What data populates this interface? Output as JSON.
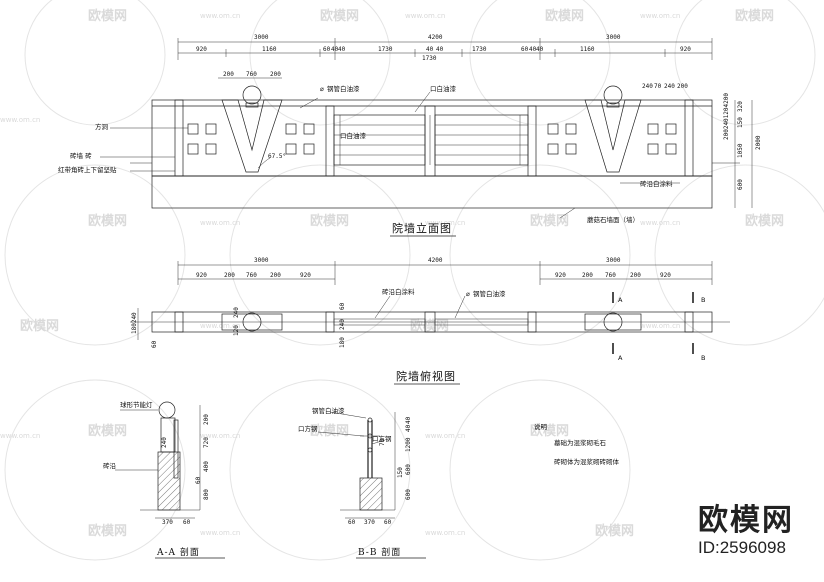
{
  "watermark": {
    "text": "欧模网",
    "url": "www.om.cn"
  },
  "logo": {
    "brand": "欧模网",
    "id": "ID:2596098"
  },
  "elevation": {
    "title": "院墙立面图",
    "top_dims": [
      "3000",
      "4200",
      "3000"
    ],
    "sub_dims": [
      "920",
      "1160",
      "60",
      "40",
      "40",
      "1730",
      "40",
      "40",
      "1730",
      "60",
      "40",
      "40",
      "1160",
      "920"
    ],
    "post_dims": [
      "200",
      "760",
      "200"
    ],
    "right_dims": [
      "240",
      "70",
      "240",
      "200"
    ],
    "side_dims": [
      "320",
      "150",
      "200",
      "240",
      "120",
      "1050",
      "2000",
      "600"
    ],
    "labels": {
      "steel_tube": "钢管白油漆",
      "square_tube": "口白油漆",
      "square_tube_inner": "口白油漆",
      "square_hole": "方洞",
      "brick_wall": "砖墙 砖",
      "red_tile": "红带角砖上下留坚贴",
      "brick_paint": "砖沿白涂料",
      "marble": "蘑菇石墙面（墙）",
      "angle": "67.5°"
    }
  },
  "plan": {
    "title": "院墙俯视图",
    "top_dims": [
      "3000",
      "4200",
      "3000"
    ],
    "sub_dims_left": [
      "920",
      "200",
      "760",
      "200",
      "920"
    ],
    "sub_dims_right": [
      "920",
      "200",
      "760",
      "200",
      "920"
    ],
    "left_dims": [
      "180",
      "240",
      "60",
      "60",
      "120"
    ],
    "mid_dims": [
      "60",
      "240",
      "180"
    ],
    "labels": {
      "brick_paint": "砖沿白涂料",
      "steel_tube": "钢管白油漆"
    },
    "section_marks": [
      "A",
      "B",
      "A",
      "B"
    ]
  },
  "section_a": {
    "title": "A-A 剖面",
    "labels": {
      "ball_lamp": "球形节能灯",
      "brick": "砖沿"
    },
    "dims_v": [
      "200",
      "720",
      "400",
      "60",
      "800"
    ],
    "dims_h": [
      "370",
      "60"
    ],
    "inner_dim": "240"
  },
  "section_b": {
    "title": "B-B 剖面",
    "labels": {
      "steel_tube": "钢管白油漆",
      "square_tube": "口方钢",
      "square_tube_small": "口方钢"
    },
    "dims_v": [
      "40",
      "40",
      "1200",
      "150",
      "600",
      "600"
    ],
    "dims_h": [
      "60",
      "370",
      "60"
    ],
    "inner_dim": "70"
  },
  "notes": {
    "heading": "说明",
    "lines": [
      "墓础为混浆砌毛石",
      "砖砌体为混浆砌砖砌体"
    ]
  }
}
